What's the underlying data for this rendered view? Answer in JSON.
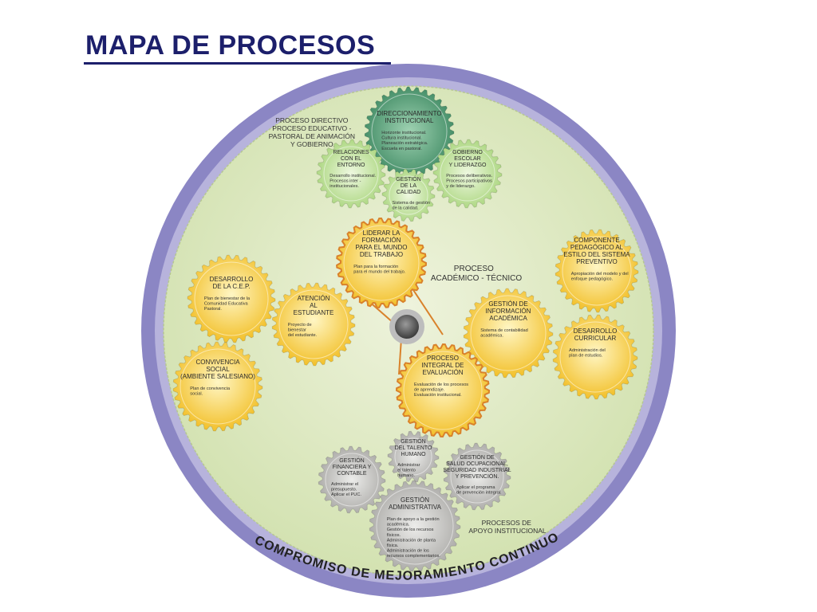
{
  "title": "MAPA DE PROCESOS",
  "ring_label": "COMPROMISO DE MEJORAMIENTO CONTINUO",
  "groups": {
    "directivo": [
      "PROCESO DIRECTIVO",
      "PROCESO EDUCATIVO -",
      "PASTORAL DE ANIMACIÓN",
      "Y GOBIERNO."
    ],
    "academico": [
      "PROCESO",
      "ACADÉMICO - TÉCNICO"
    ],
    "apoyo": [
      "PROCESOS DE",
      "APOYO INSTITUCIONAL"
    ]
  },
  "colors": {
    "ring": "#8b86c4",
    "field": "#dfe9c6",
    "directivo_main": "#4f9a73",
    "directivo": "#b9df8f",
    "academico": "#f7cc3a",
    "apoyo": "#b7b6b3",
    "highlight": "#d9822b",
    "title": "#1c1f6b"
  },
  "gears": [
    {
      "id": "direccionamiento",
      "group": "directivo",
      "title": [
        "DIRECCIONAMIENTO",
        "INSTITUCIONAL"
      ],
      "text": [
        "Horizonte institucional.",
        "Cultura institucional.",
        "Planeación estratégica.",
        "Escuela en pastoral."
      ]
    },
    {
      "id": "relaciones",
      "group": "directivo",
      "title": [
        "RELACIONES",
        "CON   EL",
        "ENTORNO"
      ],
      "text": [
        "Desarrollo institucional.",
        "Procesos inter -",
        "institucionales."
      ]
    },
    {
      "id": "gobierno",
      "group": "directivo",
      "title": [
        "GOBIERNO",
        "ESCOLAR",
        "Y LIDERAZGO"
      ],
      "text": [
        "Procesos deliberativos.",
        "Procesos participativos",
        "y de liderazgo."
      ]
    },
    {
      "id": "calidad",
      "group": "directivo",
      "title": [
        "GESTIÓN",
        "DE LA",
        "CALIDAD"
      ],
      "text": [
        "Sistema de gestión",
        "de la calidad."
      ]
    },
    {
      "id": "liderar",
      "group": "academico",
      "title": [
        "LIDERAR LA",
        "FORMACIÓN",
        "PARA EL MUNDO",
        "DEL TRABAJO"
      ],
      "text": [
        "Plan para la formación",
        "para el mundo del trabajo."
      ]
    },
    {
      "id": "componente",
      "group": "academico",
      "title": [
        "COMPONENTE",
        "PEDAGÓGICO AL",
        "ESTILO DEL SISTEMA",
        "PREVENTIVO"
      ],
      "text": [
        "Apropiación del modelo y del",
        "enfoque pedagógico."
      ]
    },
    {
      "id": "desarrollo-cep",
      "group": "academico",
      "title": [
        "DESARROLLO",
        "DE LA C.E.P."
      ],
      "text": [
        "Plan de bienestar de la",
        "Comunidad Educativa",
        "Pastoral."
      ]
    },
    {
      "id": "atencion",
      "group": "academico",
      "title": [
        "ATENCIÓN",
        "AL",
        "ESTUDIANTE"
      ],
      "text": [
        "Proyecto de",
        "bienestar",
        "del estudiante."
      ]
    },
    {
      "id": "informacion",
      "group": "academico",
      "title": [
        "GESTIÓN DE",
        "INFORMACIÓN",
        "ACADÉMICA"
      ],
      "text": [
        "Sistema de contabilidad",
        "académica."
      ]
    },
    {
      "id": "curricular",
      "group": "academico",
      "title": [
        "DESARROLLO",
        "CURRICULAR"
      ],
      "text": [
        "Administración del",
        "plan de estudios."
      ]
    },
    {
      "id": "convivencia",
      "group": "academico",
      "title": [
        "CONVIVENCIA",
        "SOCIAL",
        "(AMBIENTE SALESIANO)"
      ],
      "text": [
        "Plan de convivencia",
        "social."
      ]
    },
    {
      "id": "evaluacion",
      "group": "academico",
      "title": [
        "PROCESO",
        "INTEGRAL DE",
        "EVALUACIÓN"
      ],
      "text": [
        "Evaluación de los procesos",
        "de aprendizaje.",
        "Evaluación institucional."
      ]
    },
    {
      "id": "talento",
      "group": "apoyo",
      "title": [
        "GESTIÓN",
        "DEL TALENTO",
        "HUMANO"
      ],
      "text": [
        "Administrar",
        "el talento",
        "humano."
      ]
    },
    {
      "id": "financiera",
      "group": "apoyo",
      "title": [
        "GESTIÓN",
        "FINANCIERA Y",
        "CONTABLE"
      ],
      "text": [
        "Administrar el",
        "presupuesto.",
        "Aplicar el PUC."
      ]
    },
    {
      "id": "salud",
      "group": "apoyo",
      "title": [
        "GESTIÓN DE",
        "SALUD OCUPACIONAL,",
        "SEGURIDAD INDUSTRIAL",
        "Y PREVENCIÓN."
      ],
      "text": [
        "Aplicar el programa",
        "de prevención integral."
      ]
    },
    {
      "id": "administrativa",
      "group": "apoyo",
      "title": [
        "GESTIÓN",
        "ADMINISTRATIVA"
      ],
      "text": [
        "Plan de apoyo a la gestión",
        "académica.",
        "Gestión de los recursos",
        "físicos.",
        "Administración de planta",
        "física.",
        "Administración de los",
        "recursos complementarios."
      ]
    }
  ]
}
